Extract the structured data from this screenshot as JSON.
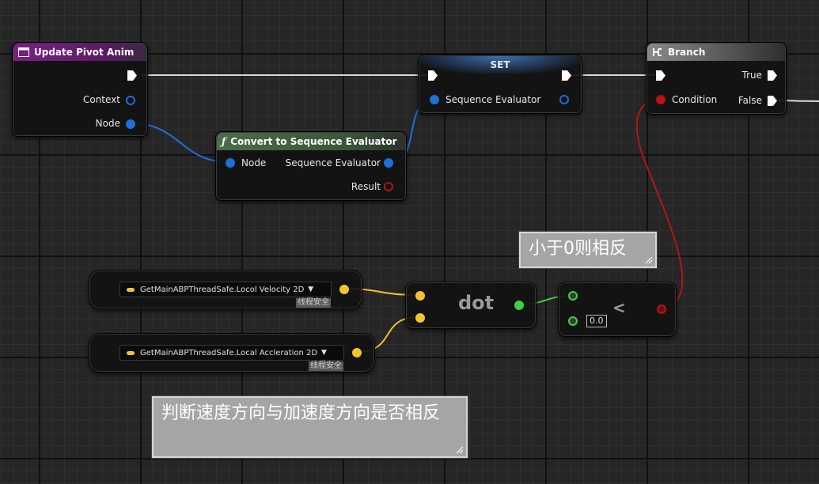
{
  "colors": {
    "event_header": "#7b1f86",
    "func_header": "#4b6e48",
    "set_header": "#2e5a8c",
    "branch_header": "#555555",
    "struct_pin": "#1f6fd6",
    "bool_pin": "#b31515",
    "vector_pin": "#f3c330",
    "float_pin": "#40d040"
  },
  "event_node": {
    "title": "Update Pivot Anim",
    "icon": "event-icon",
    "pins": {
      "context": "Context",
      "node": "Node"
    }
  },
  "convert_node": {
    "title": "Convert to Sequence Evaluator",
    "icon": "function-icon",
    "title_prefix": "ƒ",
    "pins": {
      "node_in": "Node",
      "evaluator_out": "Sequence Evaluator",
      "result": "Result"
    }
  },
  "set_node": {
    "title": "SET",
    "pins": {
      "evaluator": "Sequence Evaluator"
    }
  },
  "branch_node": {
    "title": "Branch",
    "icon": "branch-icon",
    "pins": {
      "condition": "Condition",
      "true": "True",
      "false": "False"
    }
  },
  "velocity_node": {
    "label": "GetMainABPThreadSafe.Locol Velocity 2D",
    "tag": "线程安全"
  },
  "accel_node": {
    "label": "GetMainABPThreadSafe.Local Accleration 2D",
    "tag": "线程安全"
  },
  "dot_node": {
    "title": "dot"
  },
  "compare_node": {
    "operator": "<",
    "default_value": "0.0"
  },
  "comments": {
    "opposite": "小于0则相反",
    "direction": "判断速度方向与加速度方向是否相反"
  }
}
